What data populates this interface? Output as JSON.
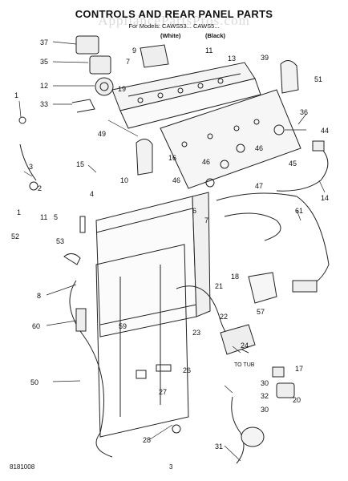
{
  "header": {
    "title": "CONTROLS AND REAR PANEL PARTS",
    "subtitle": "For Models: CAWS53... CAWS5...",
    "variant_white": "(White)",
    "variant_black": "(Black)",
    "watermark": "AppliancePartsPros.com"
  },
  "footer": {
    "doc_number": "8181008",
    "page_number": "3"
  },
  "annotation": {
    "to_tub": "TO TUB"
  },
  "callouts": {
    "c37": "37",
    "c9": "9",
    "c11a": "11",
    "c13": "13",
    "c39": "39",
    "c35": "35",
    "c7": "7",
    "c12": "12",
    "c19": "19",
    "c51": "51",
    "c1a": "1",
    "c33": "33",
    "c36": "36",
    "c49": "49",
    "c44": "44",
    "c46a": "46",
    "c3": "3",
    "c15": "15",
    "c16": "16",
    "c46b": "46",
    "c45": "45",
    "c10": "10",
    "c46c": "46",
    "c47": "47",
    "c14": "14",
    "c4": "4",
    "c2": "2",
    "c1b": "1",
    "c6": "6",
    "c61": "61",
    "c11b": "11",
    "c5": "5",
    "c7b": "7",
    "c52": "52",
    "c53": "53",
    "c18": "18",
    "c8": "8",
    "c21": "21",
    "c57": "57",
    "c22": "22",
    "c60": "60",
    "c59": "59",
    "c23": "23",
    "c24": "24",
    "c50": "50",
    "c26": "26",
    "c17": "17",
    "c30a": "30",
    "c20": "20",
    "c27": "27",
    "c32": "32",
    "c30b": "30",
    "c28": "28",
    "c31": "31"
  }
}
